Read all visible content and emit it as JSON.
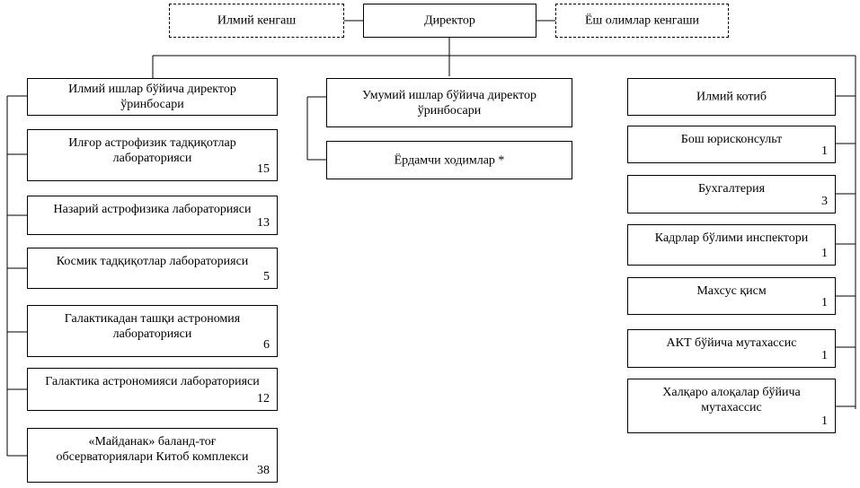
{
  "top": {
    "council": "Илмий кенгаш",
    "director": "Директор",
    "young_council": "Ёш олимлар кенгаши"
  },
  "left": {
    "deputy": "Илмий ишлар бўйича директор\nўринбосари",
    "labs": [
      {
        "label": "Илғор астрофизик тадқиқотлар\nлабораторияси",
        "count": "15"
      },
      {
        "label": "Назарий астрофизика лабораторияси",
        "count": "13"
      },
      {
        "label": "Космик тадқиқотлар лабораторияси",
        "count": "5"
      },
      {
        "label": "Галактикадан ташқи астрономия\nлабораторияси",
        "count": "6"
      },
      {
        "label": "Галактика астрономияси лабораторияси",
        "count": "12"
      },
      {
        "label": "«Майданак» баланд-тоғ\nобсерваториялари Китоб комплекси",
        "count": "38"
      }
    ]
  },
  "middle": {
    "deputy": "Умумий ишлар бўйича директор\nўринбосари",
    "support": "Ёрдамчи ходимлар *"
  },
  "right": {
    "secretary": "Илмий котиб",
    "units": [
      {
        "label": "Бош юрисконсульт",
        "count": "1"
      },
      {
        "label": "Бухгалтерия",
        "count": "3"
      },
      {
        "label": "Кадрлар бўлими инспектори",
        "count": "1"
      },
      {
        "label": "Махсус қисм",
        "count": "1"
      },
      {
        "label": "АКТ бўйича мутахассис",
        "count": "1"
      },
      {
        "label": "Халқаро алоқалар бўйича\nмутахассис",
        "count": "1"
      }
    ]
  }
}
